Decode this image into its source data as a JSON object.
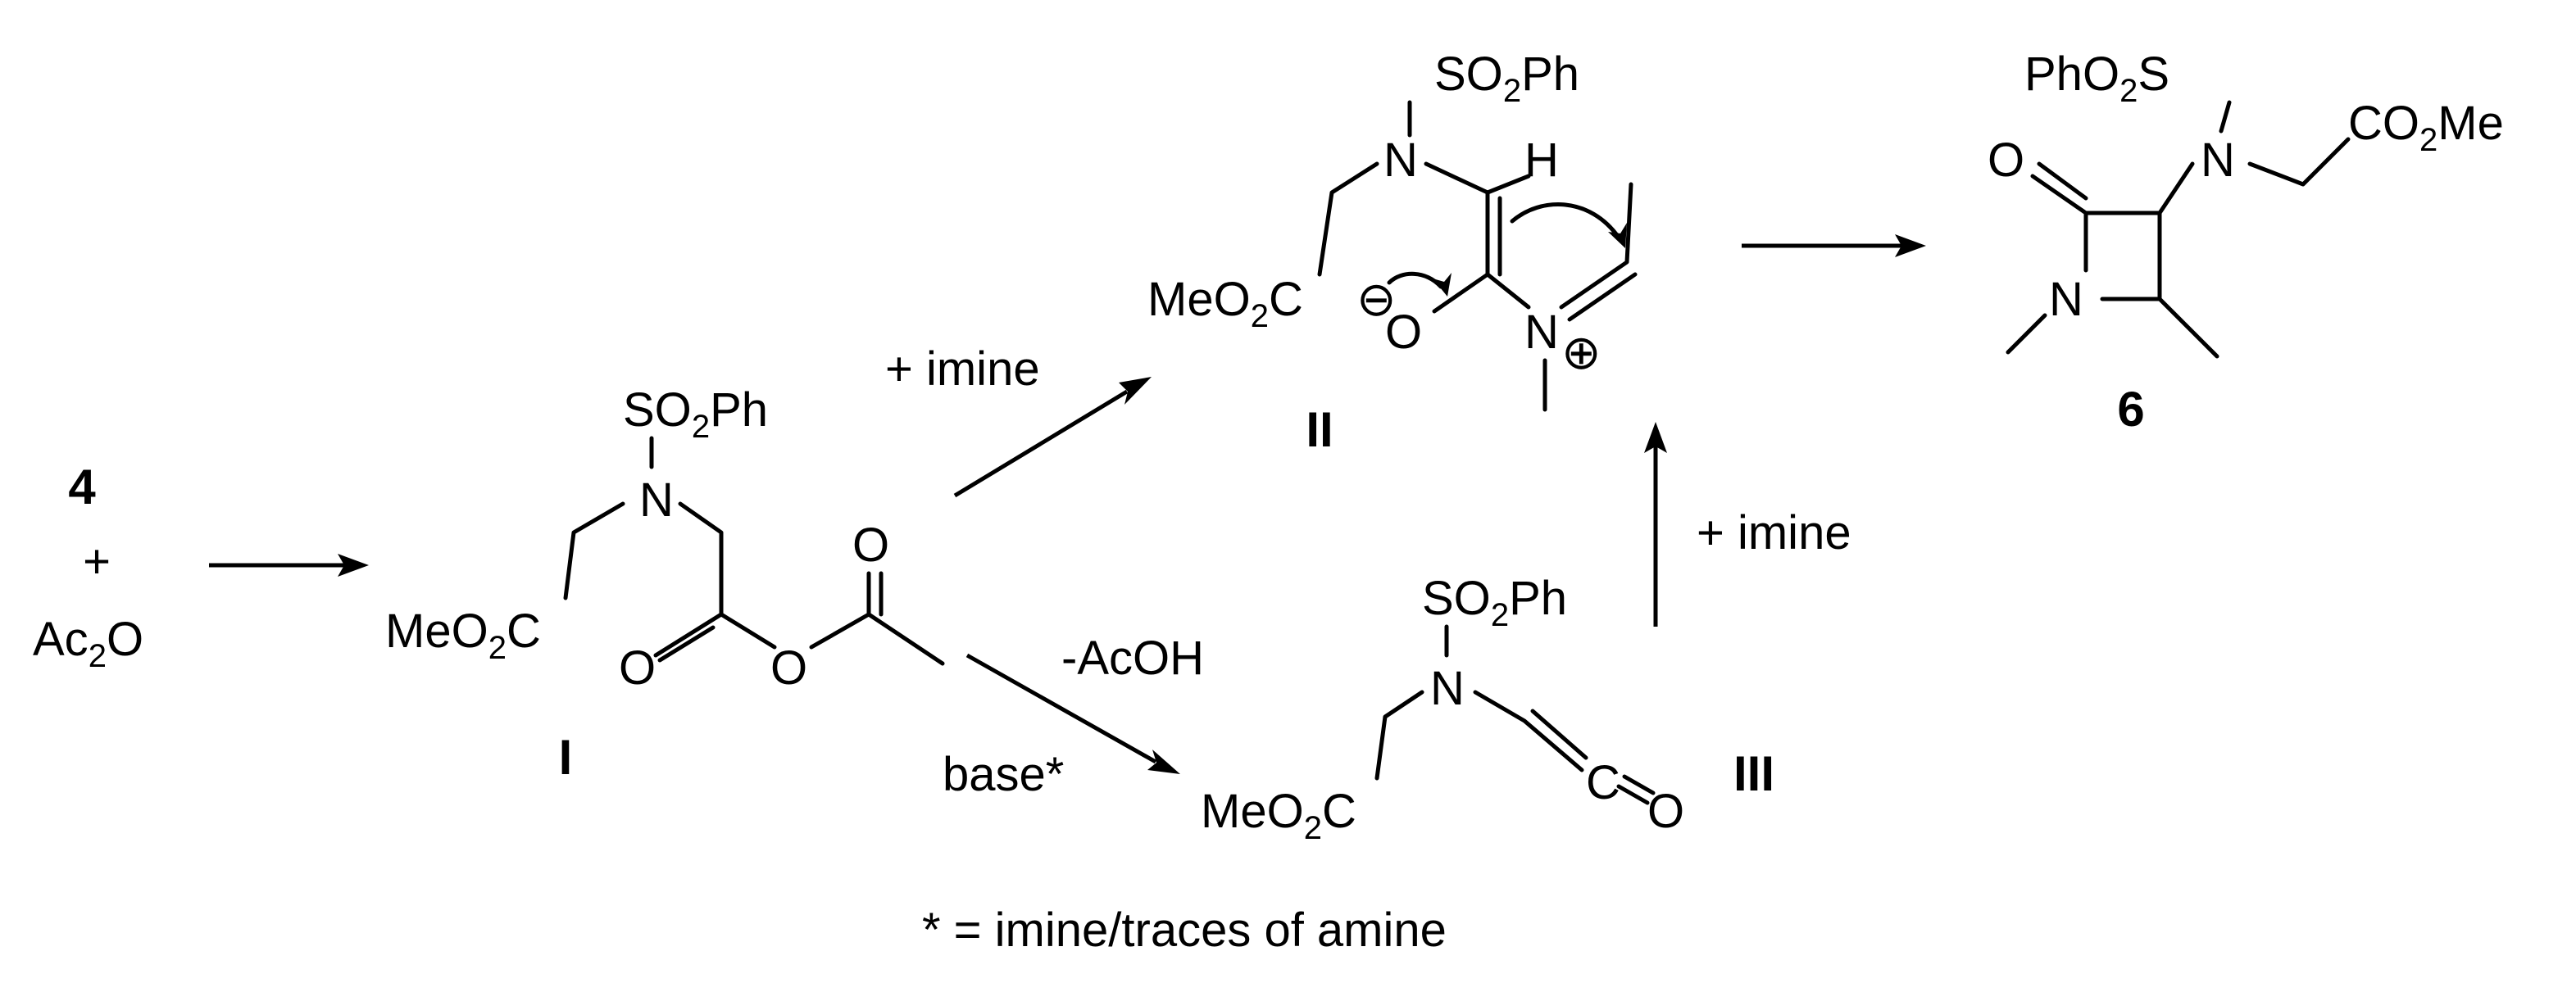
{
  "labels": {
    "start_compound": "4",
    "plus": "+",
    "ac2o_1": "Ac",
    "ac2o_sub": "2",
    "ac2o_2": "O",
    "condition_imine_top": "+ imine",
    "condition_imine_right": "+ imine",
    "condition_acoh": "-AcOH",
    "condition_base": "base*",
    "footnote": "* = imine/traces of amine",
    "intermediate_I": "I",
    "intermediate_II": "II",
    "intermediate_III": "III",
    "product": "6"
  },
  "atoms": {
    "so2ph_a": "SO",
    "so2ph_sub": "2",
    "so2ph_b": "Ph",
    "n": "N",
    "h": "H",
    "o": "O",
    "c": "C",
    "meo2c_a": "MeO",
    "meo2c_sub": "2",
    "meo2c_b": "C",
    "co2me_a": "CO",
    "co2me_sub": "2",
    "co2me_b": "Me",
    "pho2s_a": "PhO",
    "pho2s_sub": "2",
    "pho2s_b": "S",
    "minus": "⊖",
    "plus_charge": "⊕"
  }
}
